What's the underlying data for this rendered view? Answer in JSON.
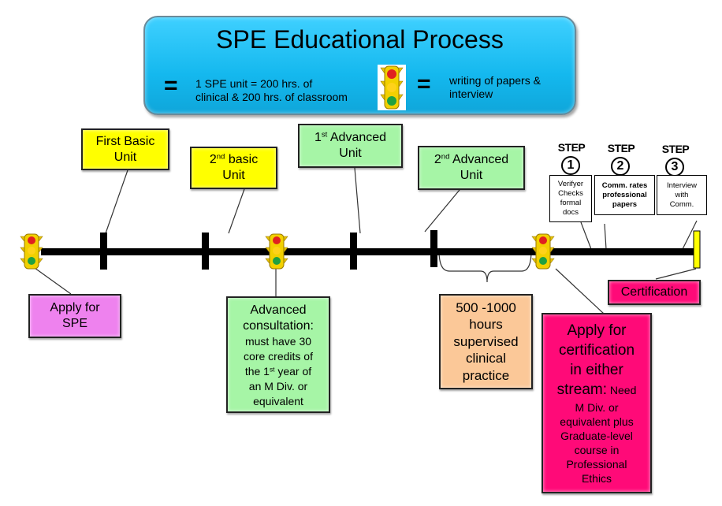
{
  "header": {
    "title": "SPE Educational Process",
    "legend": [
      {
        "symbol": "timeline-tick",
        "equals": "=",
        "text_line1": "1 SPE unit = 200 hrs. of",
        "text_line2": "clinical & 200 hrs. of classroom"
      },
      {
        "symbol": "traffic-light",
        "equals": "=",
        "text_line1": "writing of papers &",
        "text_line2": "interview"
      }
    ]
  },
  "units_above": [
    {
      "line1": "First Basic",
      "line2": "Unit",
      "color": "#ffff00"
    },
    {
      "ord_num": "2",
      "ord_sup": "nd",
      "line1_rest": " basic",
      "line2": "Unit",
      "color": "#ffff00"
    },
    {
      "ord_num": "1",
      "ord_sup": "st",
      "line1_rest": " Advanced",
      "line2": "Unit",
      "color": "#a6f5a6"
    },
    {
      "ord_num": "2",
      "ord_sup": "nd",
      "line1_rest": " Advanced",
      "line2": "Unit",
      "color": "#a6f5a6"
    }
  ],
  "steps": [
    {
      "label": "STEP",
      "number": "1",
      "lines": [
        "Verifyer",
        "Checks",
        "formal",
        "docs"
      ]
    },
    {
      "label": "STEP",
      "number": "2",
      "lines": [
        "Comm. rates",
        "professional",
        "papers"
      ]
    },
    {
      "label": "STEP",
      "number": "3",
      "lines": [
        "Interview",
        "with",
        "Comm."
      ]
    }
  ],
  "below": {
    "apply_spe": {
      "lines": [
        "Apply for",
        "SPE"
      ],
      "color": "#ee82ee"
    },
    "advanced_consultation": {
      "heading1": "Advanced",
      "heading2": "consultation:",
      "l1": "must have 30",
      "l2": "core credits of",
      "l3_pre": "the 1",
      "l3_sup": "st",
      "l3_post": " year of",
      "l4": "an M Div. or",
      "l5": "equivalent",
      "color": "#a6f5a6"
    },
    "clinical_practice": {
      "lines": [
        "500 -1000",
        "hours",
        "supervised",
        "clinical",
        "practice"
      ],
      "color": "#fbc898"
    },
    "apply_certification": {
      "big1": "Apply for",
      "big2": "certification",
      "big3": "in either",
      "big4": "stream:",
      "small_inline": " Need",
      "small_lines": [
        "M Div. or",
        "equivalent plus",
        "Graduate-level",
        "course in",
        "Professional",
        "Ethics"
      ],
      "color": "#ff0a78"
    },
    "certification": {
      "label": "Certification",
      "color": "#ff0a78"
    }
  },
  "colors": {
    "title_bg": "#14b8ee",
    "timeline": "#000000",
    "end_marker": "#ffff00"
  }
}
